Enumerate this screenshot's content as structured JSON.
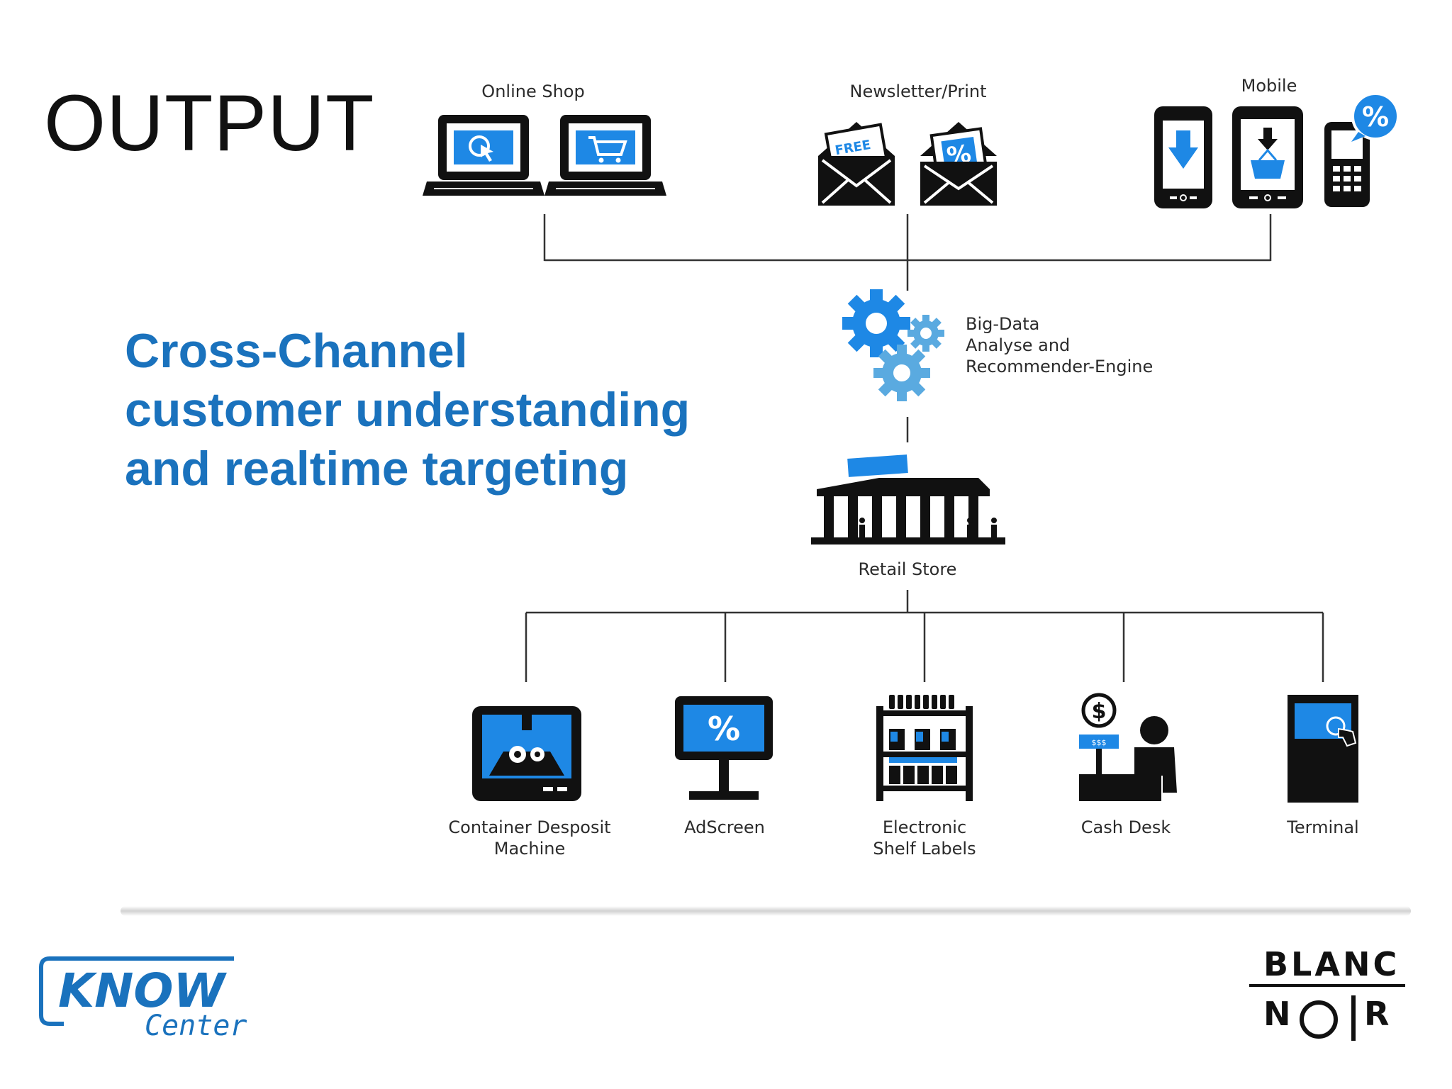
{
  "slide": {
    "title": "OUTPUT",
    "headline": {
      "line1": "Cross-Channel",
      "line2": "customer understanding",
      "line3": "and realtime targeting"
    }
  },
  "channels": {
    "online_shop": "Online Shop",
    "newsletter": "Newsletter/Print",
    "mobile": "Mobile"
  },
  "engine": {
    "line1": "Big-Data",
    "line2": "Analyse and",
    "line3": "Recommender-Engine"
  },
  "store": {
    "label": "Retail Store"
  },
  "touchpoints": {
    "container_machine": {
      "line1": "Container Desposit",
      "line2": "Machine"
    },
    "adscreen": {
      "line1": "AdScreen"
    },
    "shelf_labels": {
      "line1": "Electronic",
      "line2": "Shelf Labels"
    },
    "cash_desk": {
      "line1": "Cash Desk"
    },
    "terminal": {
      "line1": "Terminal"
    }
  },
  "icon_text": {
    "free": "FREE",
    "percent": "%",
    "dollar": "$",
    "price": "$$$"
  },
  "logos": {
    "know": {
      "word": "KNOW",
      "sub": "Center"
    },
    "blanc_noir": {
      "top": "BLANC",
      "bottom_left": "N",
      "bottom_right": "R"
    }
  },
  "colors": {
    "accent_blue": "#1a72bd",
    "icon_blue": "#1e88e5",
    "icon_black": "#111111",
    "gear_light": "#5aaae0"
  }
}
